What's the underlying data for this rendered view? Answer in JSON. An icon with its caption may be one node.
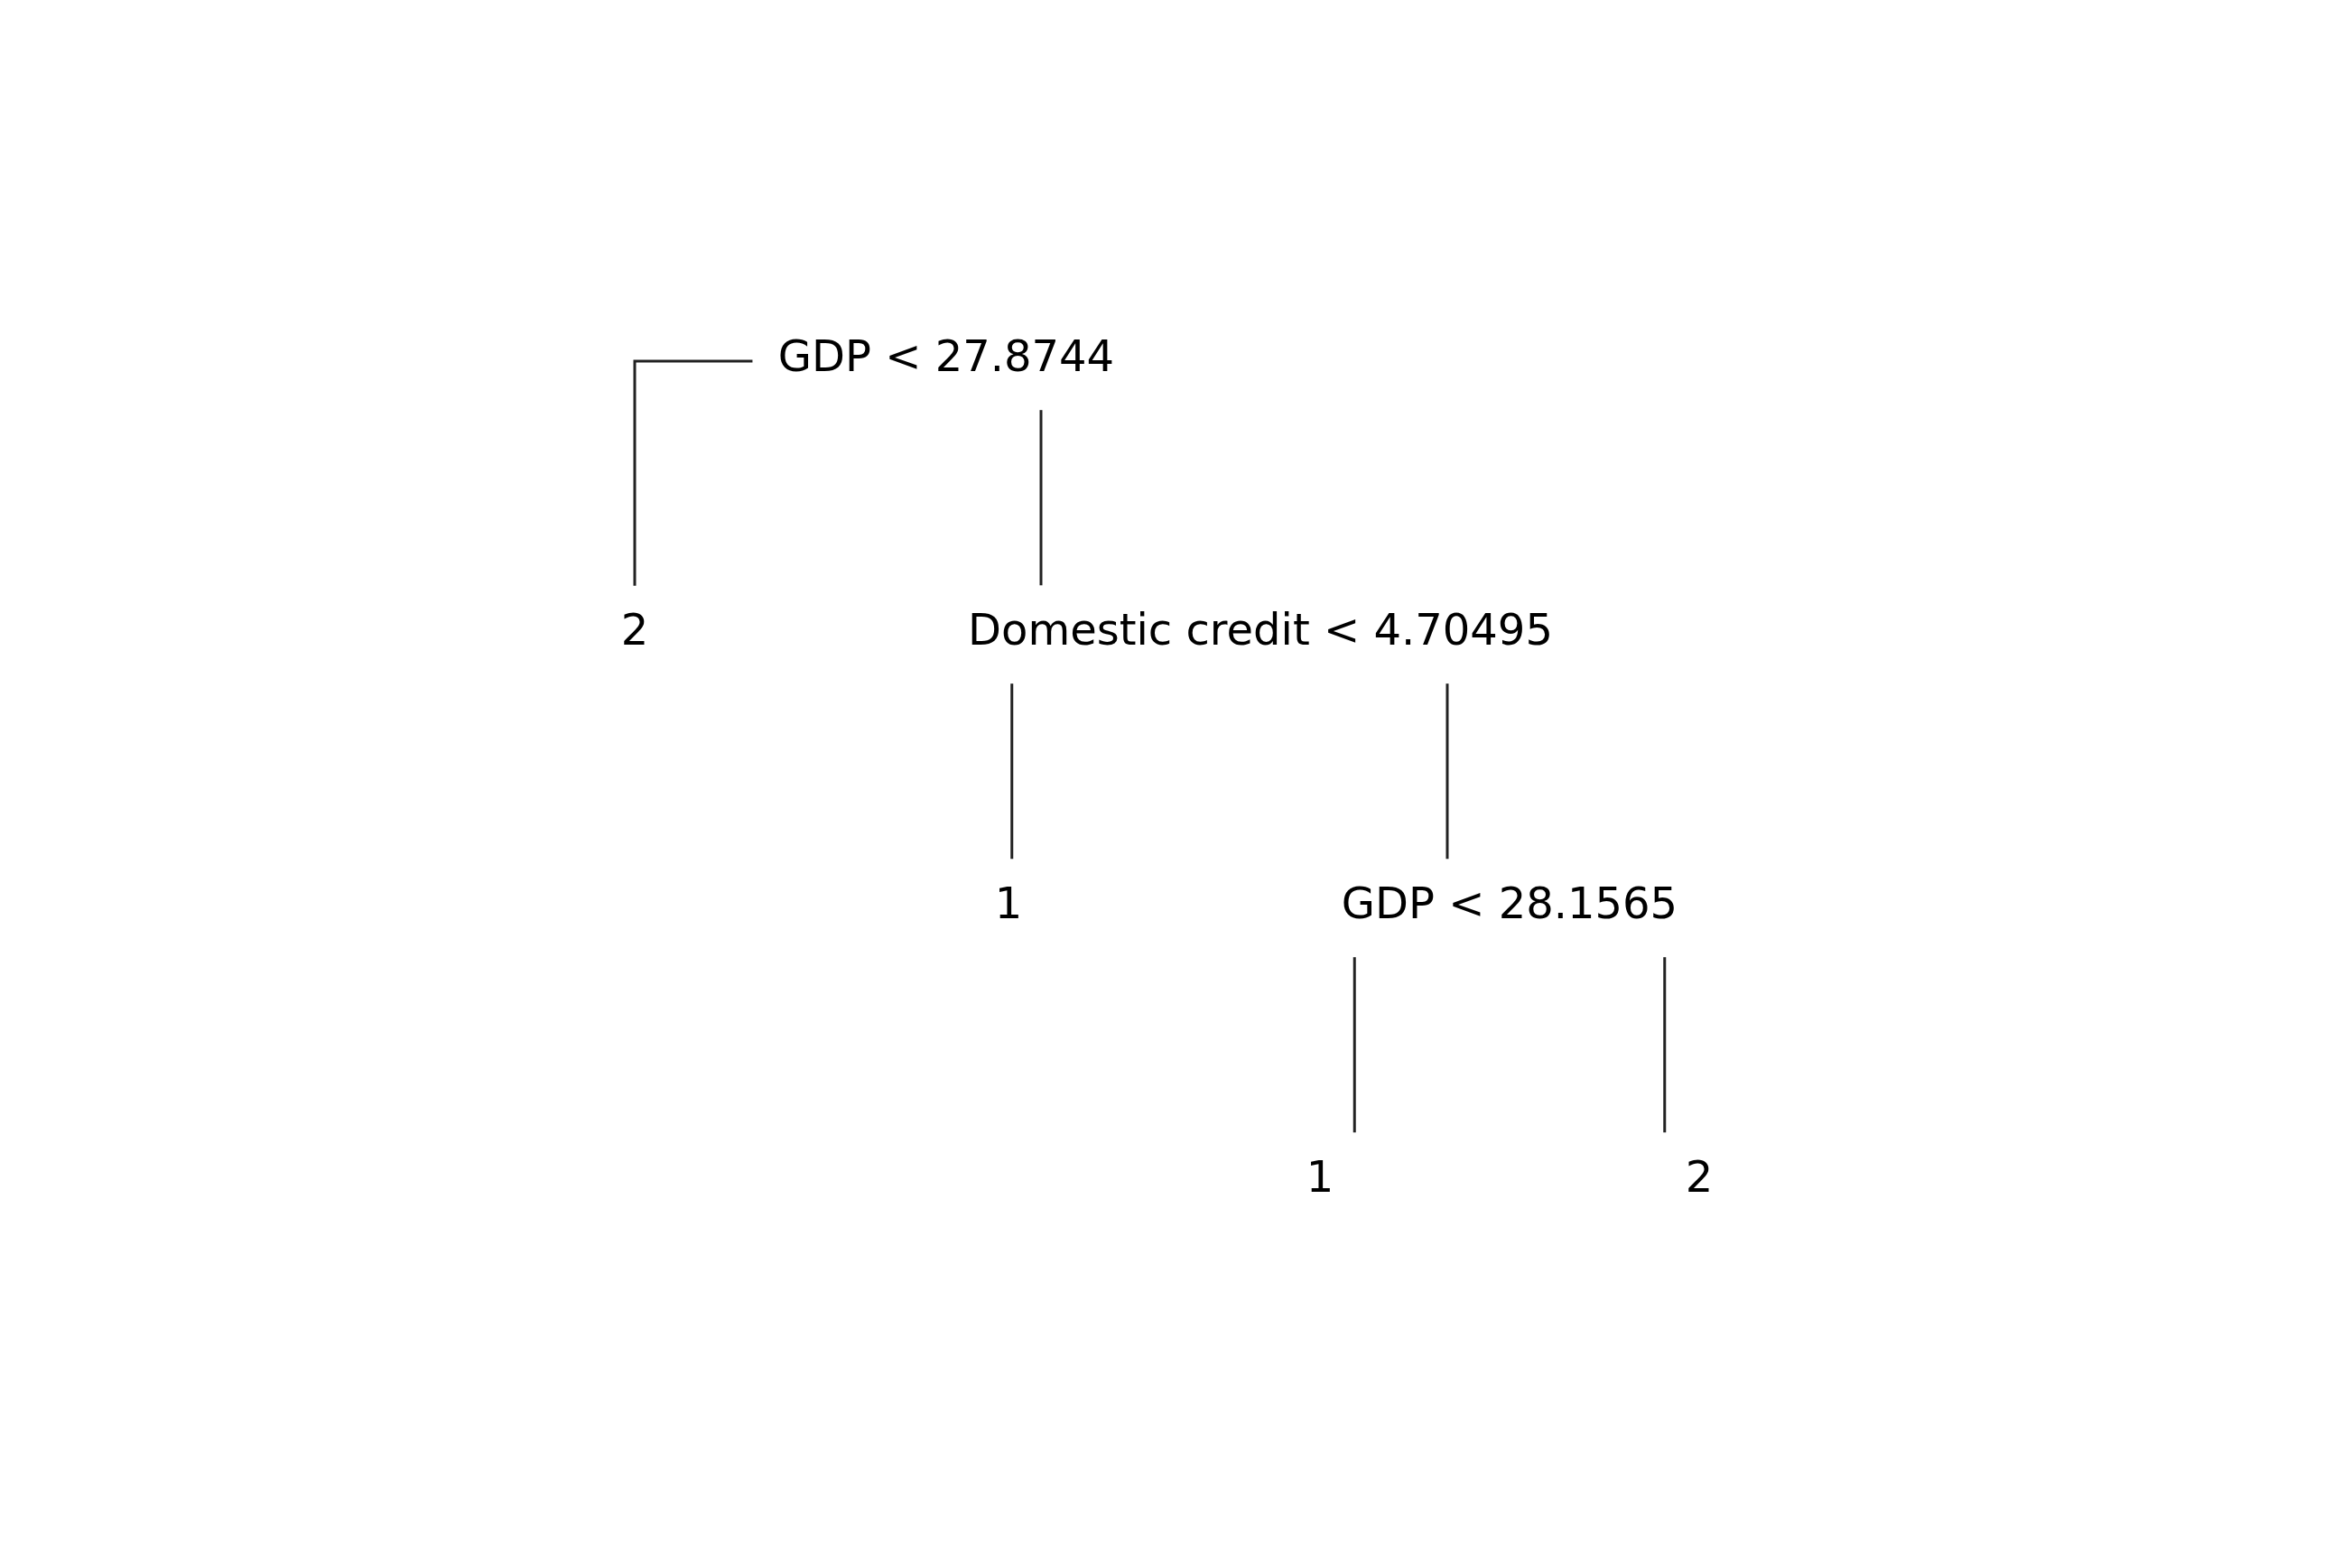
{
  "diagram": {
    "nodes": [
      {
        "text": [
          "GDP < 27.8744"
        ]
      },
      {
        "text": [
          "2"
        ]
      },
      {
        "text": [
          "Domestic credit < 4.70495"
        ]
      },
      {
        "text": [
          "1"
        ]
      },
      {
        "text": [
          "GDP < 28.1565"
        ]
      },
      {
        "text": [
          "1"
        ]
      },
      {
        "text": [
          "2"
        ]
      }
    ],
    "edges": [
      {
        "from": 0,
        "to": 1,
        "arrow": "none"
      },
      {
        "from": 0,
        "to": 2,
        "arrow": "none"
      },
      {
        "from": 2,
        "to": 3,
        "arrow": "none"
      },
      {
        "from": 2,
        "to": 4,
        "arrow": "none"
      },
      {
        "from": 4,
        "to": 5,
        "arrow": "none"
      },
      {
        "from": 4,
        "to": 6,
        "arrow": "none"
      }
    ]
  }
}
